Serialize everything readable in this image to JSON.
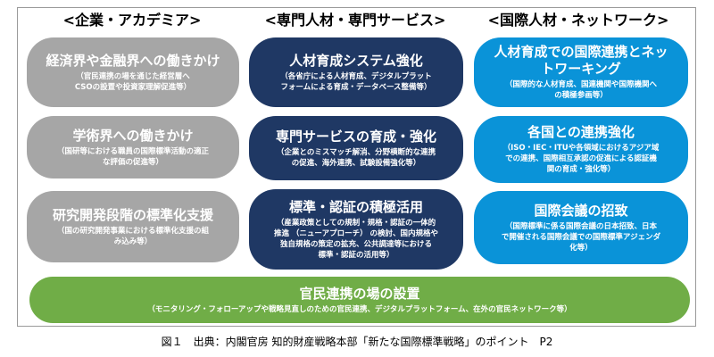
{
  "columns": [
    {
      "header": "<企業・アカデミア>",
      "items": [
        {
          "title": "経済界や金融界への働きかけ",
          "sub": "（官民連携の場を通じた経営層へ\nCSOの設置や投資家理解促進等）"
        },
        {
          "title": "学術界への働きかけ",
          "sub": "（国研等における職員の国際標準活動の適正\nな評価の促進等）"
        },
        {
          "title": "研究開発段階の標準化支援",
          "sub": "（国の研究開発事業における標準化支援の組\nみ込み等）"
        }
      ]
    },
    {
      "header": "<専門人材・専門サービス>",
      "items": [
        {
          "title": "人材育成システム強化",
          "sub": "（各省庁による人材育成、デジタルプラット\nフォームによる育成・データベース整備等）"
        },
        {
          "title": "専門サービスの育成・強化",
          "sub": "（企業とのミスマッチ解消、分野横断的な連携\nの促進、海外連携、試験設備強化等）"
        },
        {
          "title": "標準・認証の積極活用",
          "sub": "（産業政策としての規制・規格・認証の一体的\n推進 （ニューアプローチ） の検討、国内規格や\n独自規格の策定の拡充、公共調達等における\n標準・認証の活用等）"
        }
      ]
    },
    {
      "header": "<国際人材・ネットワーク>",
      "items": [
        {
          "title": "人材育成での国際連携とネッ\nトワーキング",
          "sub": "（国際的な人材育成、国連機関や国際機関へ\nの積極参画等）"
        },
        {
          "title": "各国との連携強化",
          "sub": "（ISO・IEC・ITUや各領域におけるアジア域\nでの連携、国際相互承認の促進による認証機\n関の育成・強化等）"
        },
        {
          "title": "国際会議の招致",
          "sub": "（国際標準に係る国際会議の日本招致、日本\nで開催される国際会議での国際標準アジェンダ\n化等）"
        }
      ]
    }
  ],
  "bottom": {
    "title": "官民連携の場の設置",
    "sub": "（モニタリング・フォローアップや戦略見直しのための官民連携、デジタルプラットフォーム、在外の官民ネットワーク等）"
  },
  "caption": "図１　出典：内閣官房 知的財産戦略本部「新たな国際標準戦略」のポイント　P2",
  "colors": {
    "gray": "#a6a6a6",
    "navy": "#1f3864",
    "blue": "#0a93d8",
    "green": "#70ad47"
  }
}
